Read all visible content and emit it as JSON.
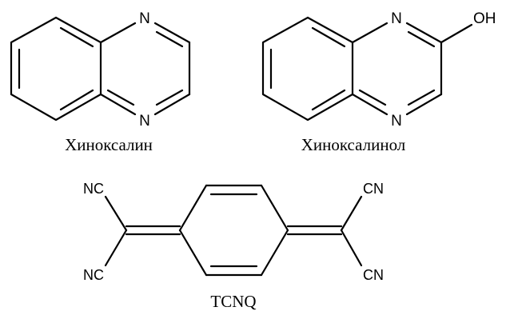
{
  "molecules": {
    "quinoxaline": {
      "name": "Хиноксалин",
      "atom_n_top": "N",
      "atom_n_bottom": "N"
    },
    "quinoxalinol": {
      "name": "Хиноксалинол",
      "atom_n_top": "N",
      "atom_n_bottom": "N",
      "substituent": "OH"
    },
    "tcnq": {
      "name": "TCNQ",
      "group_top_left": "NC",
      "group_bottom_left": "NC",
      "group_top_right": "CN",
      "group_bottom_right": "CN"
    }
  }
}
